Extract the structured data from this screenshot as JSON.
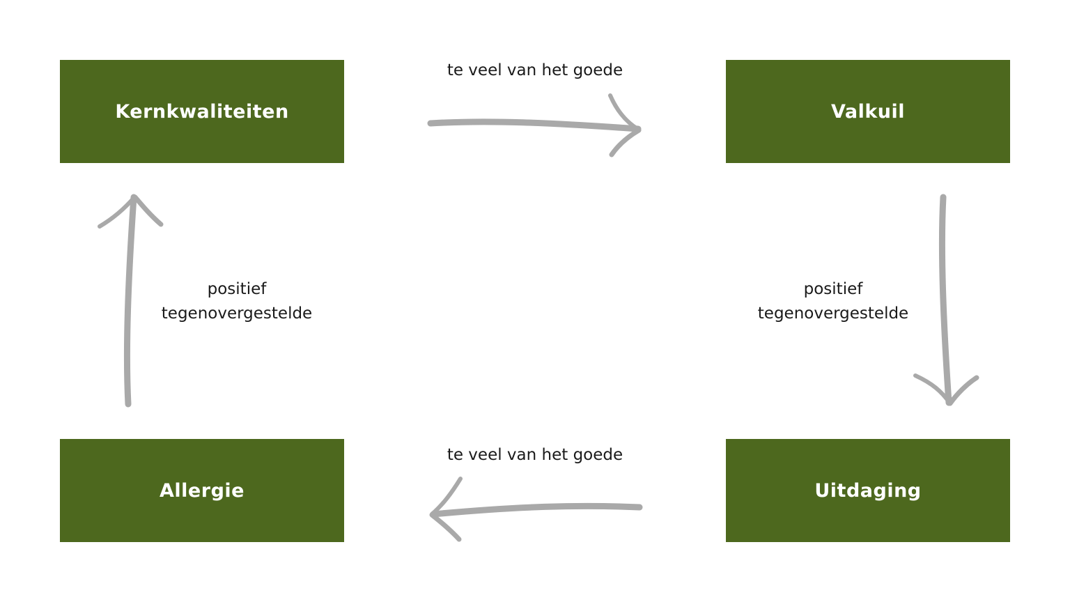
{
  "colors": {
    "box_fill": "#4d681e",
    "box_text": "#ffffff",
    "arrow": "#a9a9a9",
    "label_text": "#1a1a1a",
    "background": "#ffffff"
  },
  "boxes": {
    "top_left": "Kernkwaliteiten",
    "top_right": "Valkuil",
    "bottom_left": "Allergie",
    "bottom_right": "Uitdaging"
  },
  "labels": {
    "top": "te veel van het goede",
    "bottom": "te veel van het goede",
    "left": [
      "positief",
      "tegenovergestelde"
    ],
    "right": [
      "positief",
      "tegenovergestelde"
    ]
  },
  "arrows": [
    {
      "from": "Kernkwaliteiten",
      "to": "Valkuil",
      "icon": "arrow-right-icon"
    },
    {
      "from": "Valkuil",
      "to": "Uitdaging",
      "icon": "arrow-down-icon"
    },
    {
      "from": "Uitdaging",
      "to": "Allergie",
      "icon": "arrow-left-icon"
    },
    {
      "from": "Allergie",
      "to": "Kernkwaliteiten",
      "icon": "arrow-up-icon"
    }
  ]
}
